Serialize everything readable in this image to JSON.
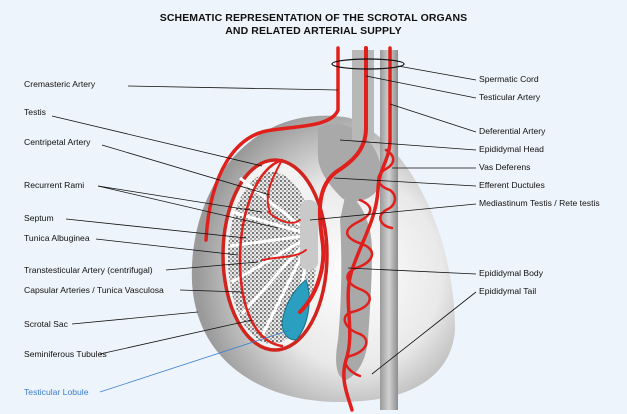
{
  "title": {
    "line1": "SCHEMATIC REPRESENTATION OF THE SCROTAL ORGANS",
    "line2": "AND RELATED ARTERIAL SUPPLY"
  },
  "labels_left": [
    "Cremasteric Artery",
    "Testis",
    "Centripetal Artery",
    "Recurrent Rami",
    "Septum",
    "Tunica Albuginea",
    "Transtesticular Artery (centrifugal)",
    "Capsular Arteries / Tunica Vasculosa",
    "Scrotal Sac",
    "Seminiferous Tubules",
    "Testicular Lobule"
  ],
  "labels_right": [
    "Spermatic Cord",
    "Testicular Artery",
    "Deferential Artery",
    "Epididymal Head",
    "Vas Deferens",
    "Efferent Ductules",
    "Mediastinum Testis / Rete testis",
    "Epididymal Body",
    "Epididymal Tail"
  ],
  "colors": {
    "artery": "#e0201c",
    "lobule": "#2b9fc0",
    "highlight_label": "#3b7fd0",
    "background": "#eef4fb"
  }
}
